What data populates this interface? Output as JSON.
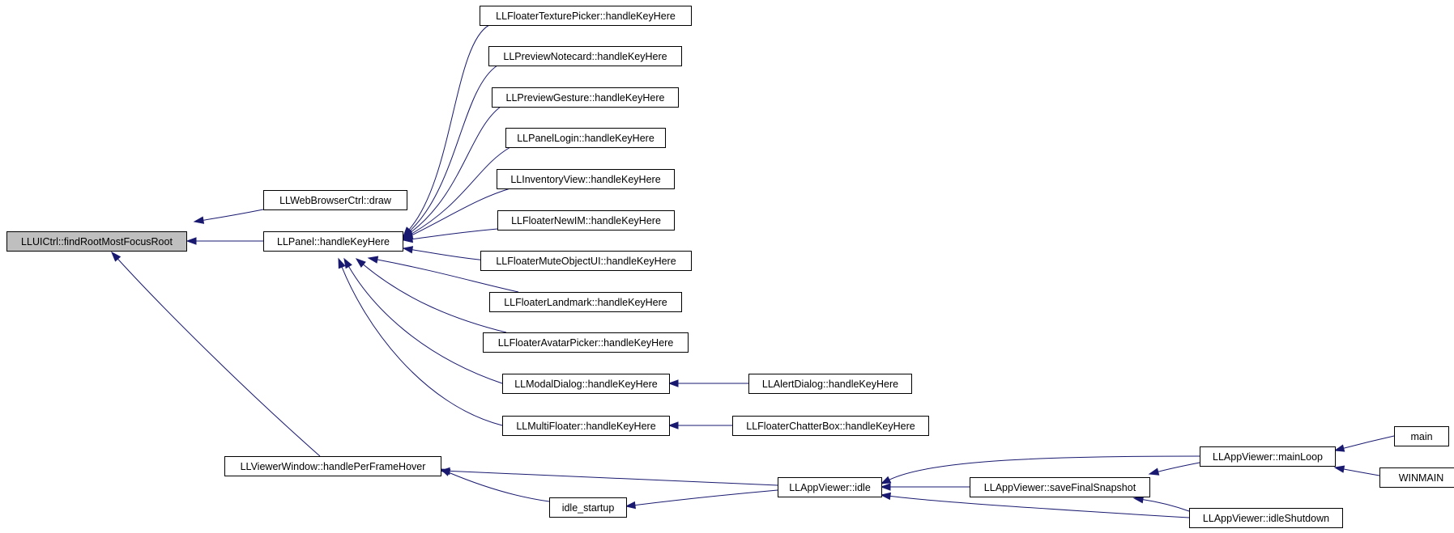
{
  "colors": {
    "edge": "#191970",
    "root_fill": "#bfbfbf",
    "node_fill": "#ffffff",
    "border": "#000000"
  },
  "nodes": [
    {
      "id": "n0",
      "label": "LLUICtrl::findRootMostFocusRoot",
      "root": true
    },
    {
      "id": "n1",
      "label": "LLWebBrowserCtrl::draw"
    },
    {
      "id": "n2",
      "label": "LLPanel::handleKeyHere"
    },
    {
      "id": "n3",
      "label": "LLFloaterTexturePicker::handleKeyHere"
    },
    {
      "id": "n4",
      "label": "LLPreviewNotecard::handleKeyHere"
    },
    {
      "id": "n5",
      "label": "LLPreviewGesture::handleKeyHere"
    },
    {
      "id": "n6",
      "label": "LLPanelLogin::handleKeyHere"
    },
    {
      "id": "n7",
      "label": "LLInventoryView::handleKeyHere"
    },
    {
      "id": "n8",
      "label": "LLFloaterNewIM::handleKeyHere"
    },
    {
      "id": "n9",
      "label": "LLFloaterMuteObjectUI::handleKeyHere"
    },
    {
      "id": "n10",
      "label": "LLFloaterLandmark::handleKeyHere"
    },
    {
      "id": "n11",
      "label": "LLFloaterAvatarPicker::handleKeyHere"
    },
    {
      "id": "n12",
      "label": "LLModalDialog::handleKeyHere"
    },
    {
      "id": "n13",
      "label": "LLAlertDialog::handleKeyHere"
    },
    {
      "id": "n14",
      "label": "LLMultiFloater::handleKeyHere"
    },
    {
      "id": "n15",
      "label": "LLFloaterChatterBox::handleKeyHere"
    },
    {
      "id": "n16",
      "label": "LLViewerWindow::handlePerFrameHover"
    },
    {
      "id": "n17",
      "label": "idle_startup"
    },
    {
      "id": "n18",
      "label": "LLAppViewer::idle"
    },
    {
      "id": "n19",
      "label": "LLAppViewer::saveFinalSnapshot"
    },
    {
      "id": "n20",
      "label": "LLAppViewer::mainLoop"
    },
    {
      "id": "n21",
      "label": "LLAppViewer::idleShutdown"
    },
    {
      "id": "n22",
      "label": "main"
    },
    {
      "id": "n23",
      "label": "WINMAIN"
    }
  ],
  "edges": [
    {
      "from": "n1",
      "to": "n0"
    },
    {
      "from": "n2",
      "to": "n0"
    },
    {
      "from": "n16",
      "to": "n0"
    },
    {
      "from": "n3",
      "to": "n2"
    },
    {
      "from": "n4",
      "to": "n2"
    },
    {
      "from": "n5",
      "to": "n2"
    },
    {
      "from": "n6",
      "to": "n2"
    },
    {
      "from": "n7",
      "to": "n2"
    },
    {
      "from": "n8",
      "to": "n2"
    },
    {
      "from": "n9",
      "to": "n2"
    },
    {
      "from": "n10",
      "to": "n2"
    },
    {
      "from": "n11",
      "to": "n2"
    },
    {
      "from": "n12",
      "to": "n2"
    },
    {
      "from": "n14",
      "to": "n2"
    },
    {
      "from": "n13",
      "to": "n12"
    },
    {
      "from": "n15",
      "to": "n14"
    },
    {
      "from": "n18",
      "to": "n16"
    },
    {
      "from": "n17",
      "to": "n16"
    },
    {
      "from": "n18",
      "to": "n17"
    },
    {
      "from": "n19",
      "to": "n18"
    },
    {
      "from": "n20",
      "to": "n18"
    },
    {
      "from": "n21",
      "to": "n18"
    },
    {
      "from": "n20",
      "to": "n19"
    },
    {
      "from": "n21",
      "to": "n19"
    },
    {
      "from": "n22",
      "to": "n20"
    },
    {
      "from": "n23",
      "to": "n20"
    }
  ]
}
